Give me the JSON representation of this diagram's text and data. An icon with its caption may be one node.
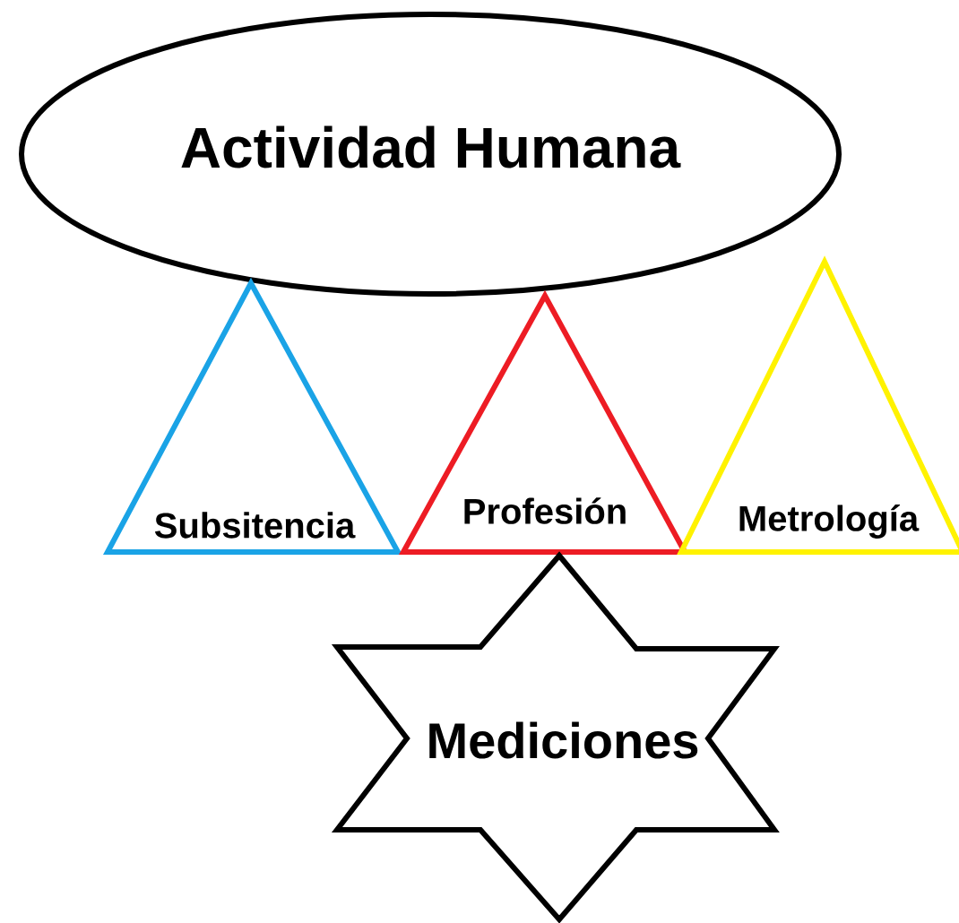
{
  "diagram": {
    "nodes": [
      {
        "text": [
          "Actividad Humana"
        ]
      },
      {
        "text": [
          "Subsitencia"
        ]
      },
      {
        "text": [
          "Profesión"
        ]
      },
      {
        "text": [
          "Metrología"
        ]
      },
      {
        "text": [
          "Mediciones"
        ]
      }
    ]
  }
}
